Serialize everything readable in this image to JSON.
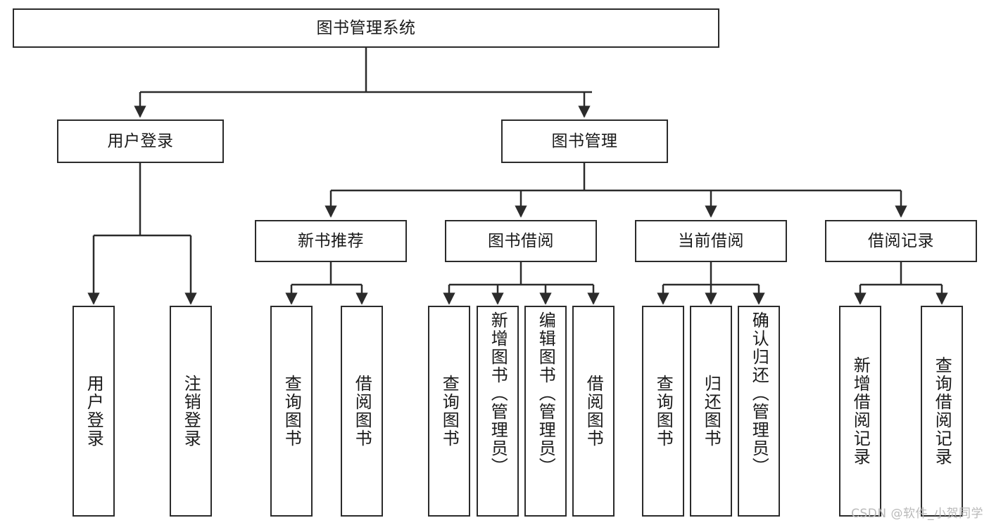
{
  "diagram": {
    "title": "图书管理系统",
    "type": "tree",
    "watermark": "CSDN @软件_小贺同学",
    "colors": {
      "stroke": "#2b2b2b",
      "fill": "#ffffff",
      "text": "#1a1a1a",
      "watermark": "#b9b9b9"
    },
    "nodes": {
      "root": {
        "label": "图书管理系统"
      },
      "level2": [
        {
          "label": "用户登录"
        },
        {
          "label": "图书管理"
        }
      ],
      "level3": [
        {
          "label": "新书推荐"
        },
        {
          "label": "图书借阅"
        },
        {
          "label": "当前借阅"
        },
        {
          "label": "借阅记录"
        }
      ],
      "leaves_user_login": [
        {
          "label": "用户登录"
        },
        {
          "label": "注销登录"
        }
      ],
      "leaves_new_book": [
        {
          "label": "查询图书"
        },
        {
          "label": "借阅图书"
        }
      ],
      "leaves_borrow": [
        {
          "label": "查询图书"
        },
        {
          "label": "新增图书（管理员）"
        },
        {
          "label": "编辑图书（管理员）"
        },
        {
          "label": "借阅图书"
        }
      ],
      "leaves_current": [
        {
          "label": "查询图书"
        },
        {
          "label": "归还图书"
        },
        {
          "label": "确认归还（管理员）"
        }
      ],
      "leaves_records": [
        {
          "label": "新增借阅记录"
        },
        {
          "label": "查询借阅记录"
        }
      ]
    }
  }
}
